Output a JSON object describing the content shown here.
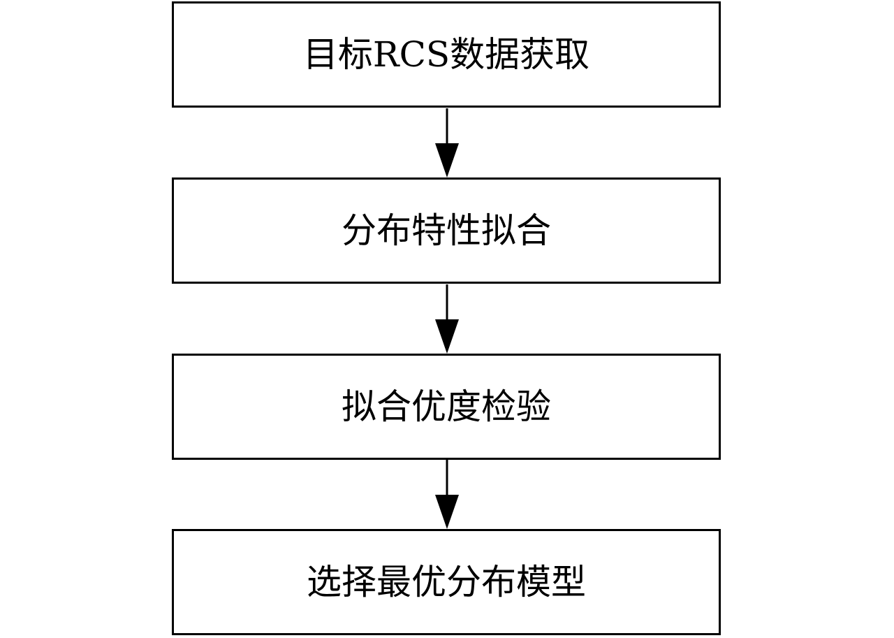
{
  "flowchart": {
    "steps": [
      {
        "label": "目标RCS数据获取"
      },
      {
        "label": "分布特性拟合"
      },
      {
        "label": "拟合优度检验"
      },
      {
        "label": "选择最优分布模型"
      }
    ]
  }
}
